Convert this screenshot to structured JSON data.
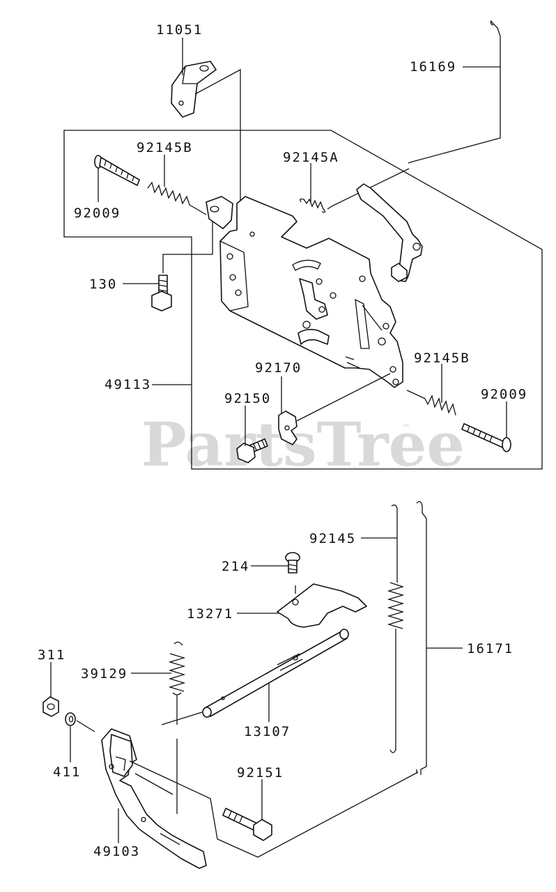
{
  "watermark": {
    "brand": "PartsTree",
    "trademark": "™"
  },
  "parts": {
    "p11051": "11051",
    "p16169": "16169",
    "p92145B_top": "92145B",
    "p92145A": "92145A",
    "p92009_top": "92009",
    "p130": "130",
    "p49113": "49113",
    "p92170": "92170",
    "p92145B_bottom": "92145B",
    "p92150": "92150",
    "p92009_bottom": "92009",
    "p92145": "92145",
    "p214": "214",
    "p13271": "13271",
    "p16171": "16171",
    "p311": "311",
    "p39129": "39129",
    "p13107": "13107",
    "p411": "411",
    "p92151": "92151",
    "p49103": "49103"
  }
}
